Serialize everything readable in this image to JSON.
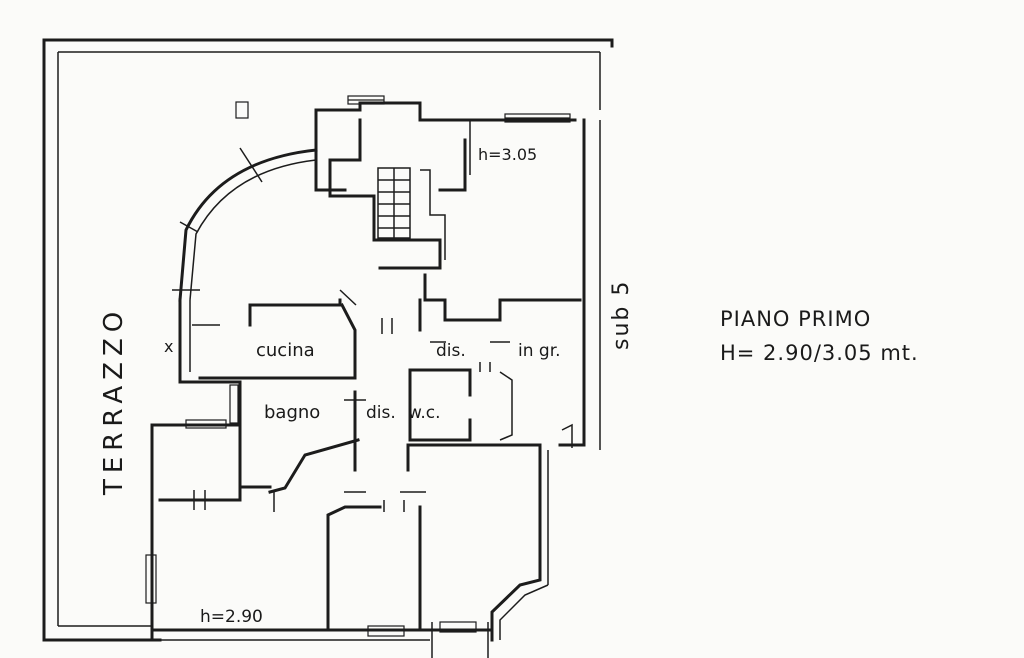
{
  "plan": {
    "rooms": {
      "terrace": "TERRAZZO",
      "kitchen": "cucina",
      "bathroom": "bagno",
      "hall_1": "dis.",
      "hall_2": "dis.",
      "wc": "w.c.",
      "entrance": "in gr.",
      "neighbor_unit": "sub 5"
    },
    "heights": {
      "top": "h=3.05",
      "bottom": "h=2.90"
    },
    "marks": {
      "x_mark": "x"
    }
  },
  "title": {
    "floor": "PIANO PRIMO",
    "height": "H= 2.90/3.05 mt."
  }
}
